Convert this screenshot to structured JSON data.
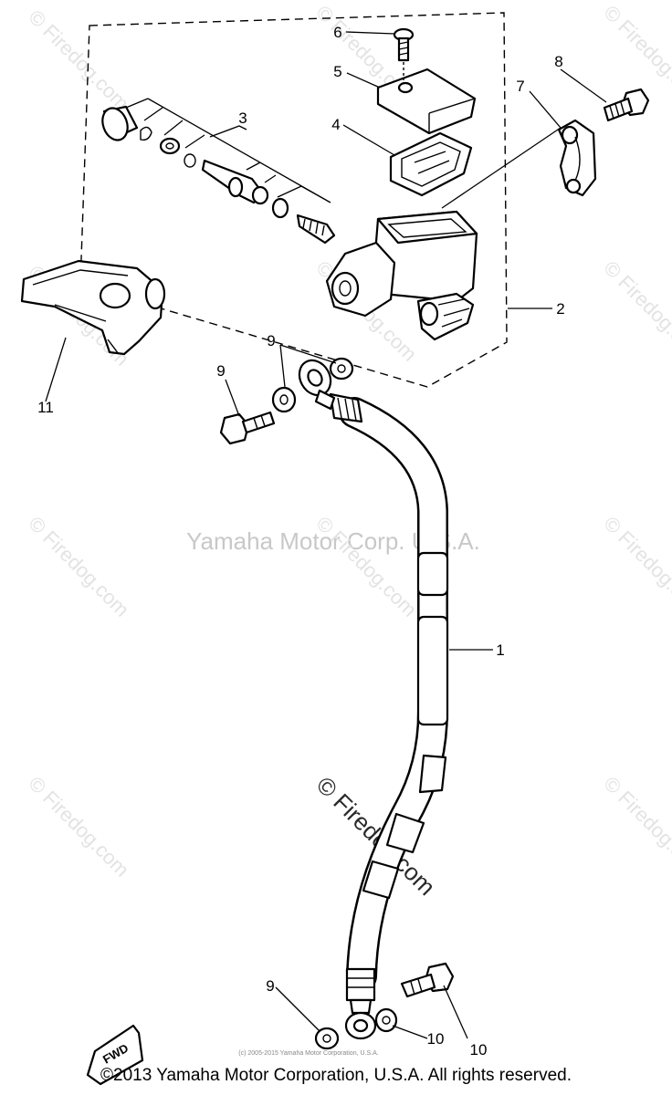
{
  "watermarks": {
    "center": "Yamaha Motor Corp. U.S.A.",
    "diagonal": "© Firedog.com",
    "inner_copyright": "(c) 2005-2015 Yamaha Motor Corporation, U.S.A."
  },
  "callouts": [
    {
      "id": "c1",
      "text": "1"
    },
    {
      "id": "c2",
      "text": "2"
    },
    {
      "id": "c3",
      "text": "3"
    },
    {
      "id": "c4",
      "text": "4"
    },
    {
      "id": "c5",
      "text": "5"
    },
    {
      "id": "c6",
      "text": "6"
    },
    {
      "id": "c7",
      "text": "7"
    },
    {
      "id": "c8",
      "text": "8"
    },
    {
      "id": "c9a",
      "text": "9"
    },
    {
      "id": "c9b",
      "text": "9"
    },
    {
      "id": "c9c",
      "text": "9"
    },
    {
      "id": "c10a",
      "text": "10"
    },
    {
      "id": "c10b",
      "text": "10"
    },
    {
      "id": "c11",
      "text": "11"
    }
  ],
  "fwd_label": "FWD",
  "footer": "©2013 Yamaha Motor Corporation, U.S.A. All rights reserved."
}
